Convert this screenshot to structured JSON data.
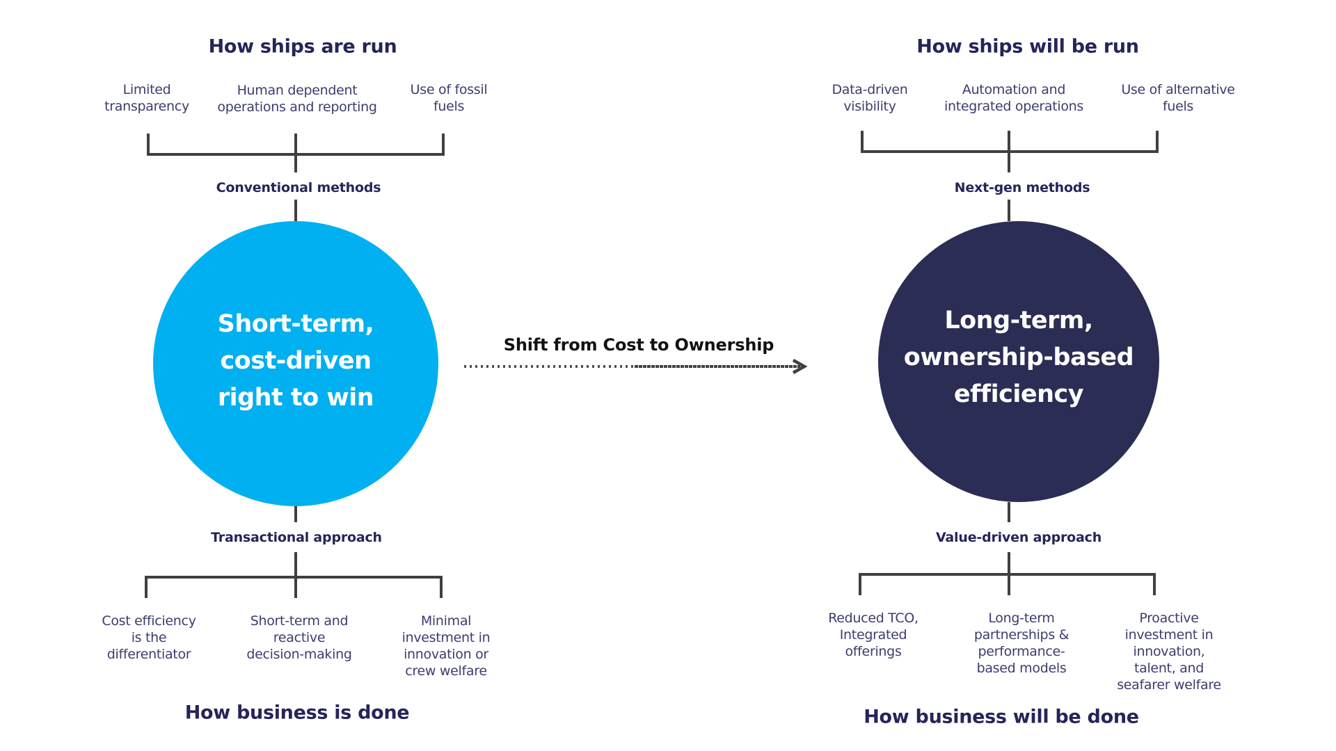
{
  "colors": {
    "short_term_circle": "#00B0F0",
    "long_term_circle": "#2B2D55",
    "heading_text": "#25255A",
    "body_text": "#3C3C70",
    "connector_lines": "#404040"
  },
  "left": {
    "top_heading": "How ships are run",
    "top_items": [
      {
        "lines": [
          "Limited",
          "transparency"
        ]
      },
      {
        "lines": [
          "Human dependent",
          "operations and reporting"
        ]
      },
      {
        "lines": [
          "Use of fossil",
          "fuels"
        ]
      }
    ],
    "top_connector_label": "Conventional methods",
    "circle_lines": [
      "Short-term,",
      "cost-driven",
      "right to win"
    ],
    "bottom_connector_label": "Transactional approach",
    "bottom_items": [
      {
        "lines": [
          "Cost efficiency",
          "is the",
          "differentiator"
        ]
      },
      {
        "lines": [
          "Short-term and",
          "reactive",
          "decision-making"
        ]
      },
      {
        "lines": [
          "Minimal",
          "investment in",
          "innovation or",
          "crew welfare"
        ]
      }
    ],
    "bottom_heading": "How business is done"
  },
  "center": {
    "shift_label": "Shift from Cost to Ownership",
    "arrow_icon": "dotted-right-arrow"
  },
  "right": {
    "top_heading": "How ships will be run",
    "top_items": [
      {
        "lines": [
          "Data-driven",
          "visibility"
        ]
      },
      {
        "lines": [
          "Automation and",
          "integrated operations"
        ]
      },
      {
        "lines": [
          "Use of alternative",
          "fuels"
        ]
      }
    ],
    "top_connector_label": "Next-gen methods",
    "circle_lines": [
      "Long-term,",
      "ownership-based",
      "efficiency"
    ],
    "bottom_connector_label": "Value-driven approach",
    "bottom_items": [
      {
        "lines": [
          "Reduced TCO,",
          "Integrated",
          "offerings"
        ]
      },
      {
        "lines": [
          "Long-term",
          "partnerships &",
          "performance-",
          "based models"
        ]
      },
      {
        "lines": [
          "Proactive",
          "investment in",
          "innovation,",
          "talent, and",
          "seafarer welfare"
        ]
      }
    ],
    "bottom_heading": "How business will be done"
  }
}
